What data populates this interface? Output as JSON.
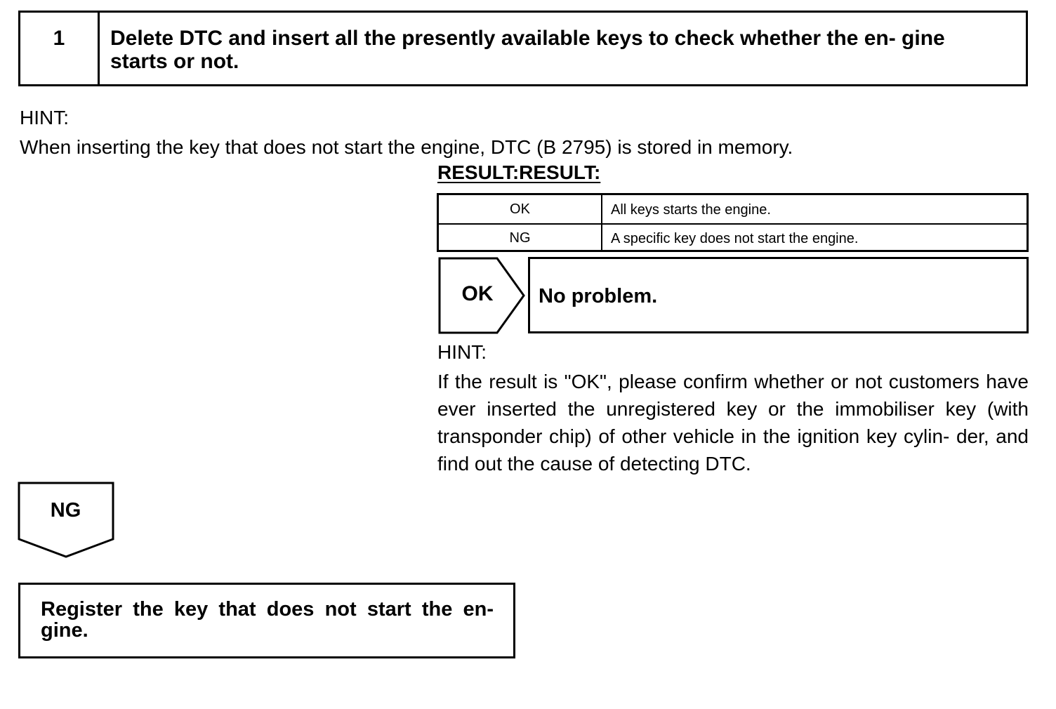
{
  "step": {
    "number": "1",
    "title": "Delete DTC and insert all the presently available keys to check whether the en- gine starts or not."
  },
  "hint1": {
    "label": "HINT:",
    "text": "When inserting the key that does not start the engine, DTC (B 2795) is stored in memory."
  },
  "result": {
    "label": "RESULT:RESULT:",
    "rows": [
      {
        "code": "OK",
        "description": "All keys starts the engine."
      },
      {
        "code": "NG",
        "description": "A specific key does not start the engine."
      }
    ]
  },
  "ok_branch": {
    "label": "OK",
    "text": "No problem."
  },
  "hint2": {
    "label": "HINT:",
    "text": "If the result is \"OK\", please confirm whether or not customers have ever inserted the unregistered key or the immobiliser key (with transponder chip) of other vehicle in the ignition key cylin- der, and find out the cause of detecting DTC."
  },
  "ng_branch": {
    "label": "NG",
    "action": "Register the key that does not start the en- gine."
  }
}
